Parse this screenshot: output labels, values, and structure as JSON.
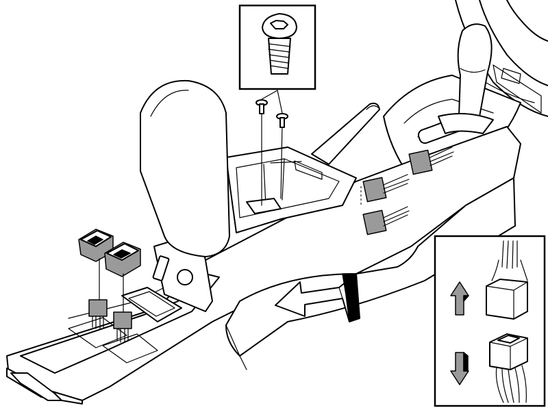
{
  "diagram": {
    "components": [
      "armrest",
      "center-console",
      "gear-shifter",
      "handbrake-lever",
      "window-switch-left",
      "window-switch-right",
      "screw",
      "connector",
      "removal-arrow"
    ],
    "insets": [
      "screw-detail-inset",
      "connector-detail-inset"
    ],
    "colors": {
      "line": "#000000",
      "fill": "#ffffff",
      "shade": "#9a9a9a"
    }
  }
}
